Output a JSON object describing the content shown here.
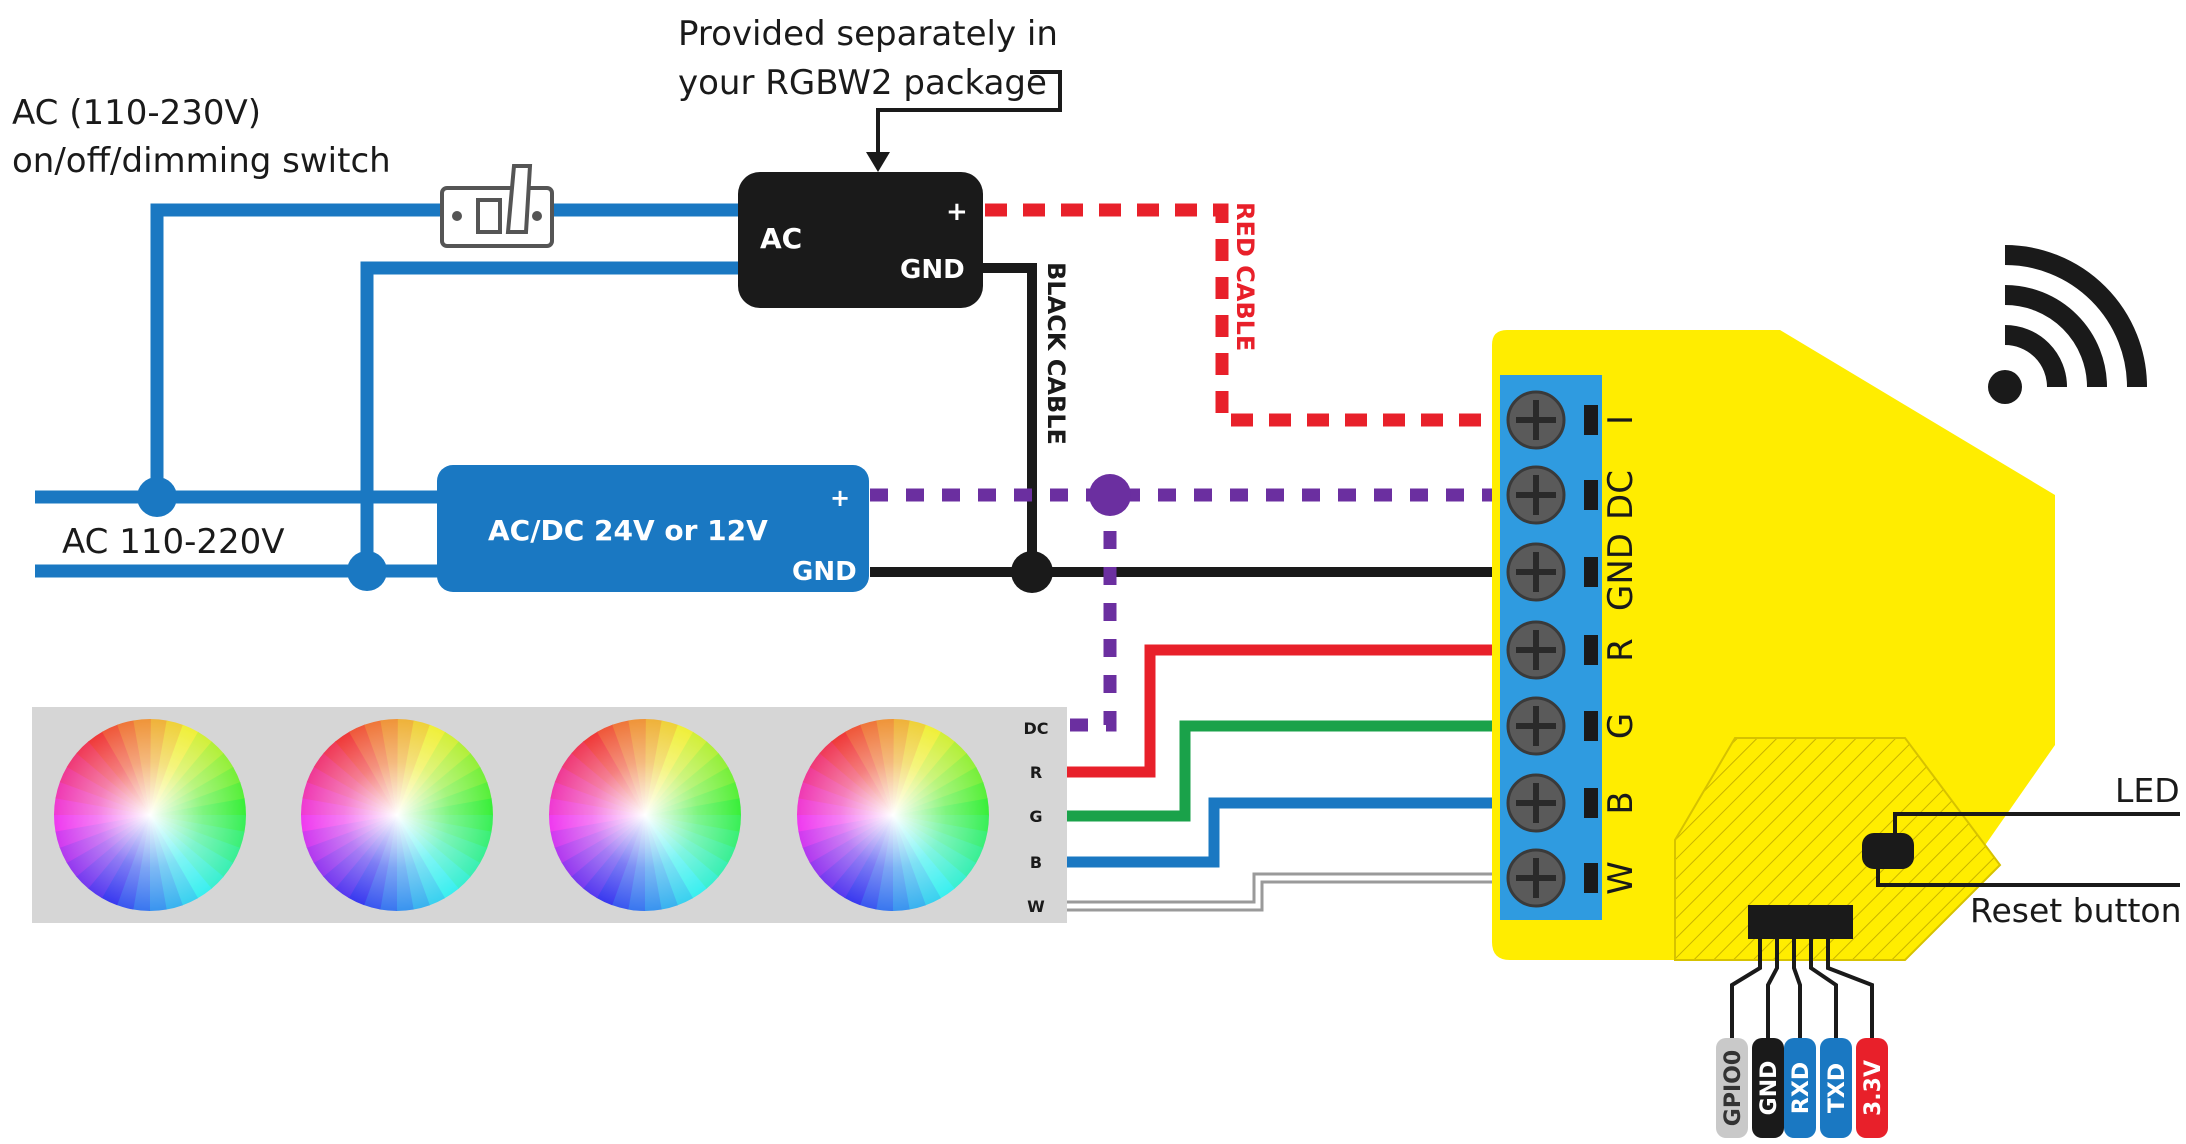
{
  "labels": {
    "provided_line1": "Provided separately in",
    "provided_line2": "your RGBW2 package",
    "switch_line1": "AC (110-230V)",
    "switch_line2": "on/off/dimming switch",
    "mains": "AC 110-220V",
    "red_cable": "RED CABLE",
    "black_cable": "BLACK CABLE",
    "led": "LED",
    "reset_button": "Reset button"
  },
  "adapter_box": {
    "ac": "AC",
    "plus": "+",
    "gnd": "GND"
  },
  "psu_box": {
    "title": "AC/DC 24V or 12V",
    "plus": "+",
    "gnd": "GND"
  },
  "strip_pins": [
    "DC",
    "R",
    "G",
    "B",
    "W"
  ],
  "terminal_labels": [
    "I",
    "DC",
    "GND",
    "R",
    "G",
    "B",
    "W"
  ],
  "header_pins": [
    {
      "label": "GPIO0",
      "color": "#c9c9c9",
      "text_color": "#333333"
    },
    {
      "label": "GND",
      "color": "#1a1a1a",
      "text_color": "#ffffff"
    },
    {
      "label": "RXD",
      "color": "#1a78c2",
      "text_color": "#ffffff"
    },
    {
      "label": "TXD",
      "color": "#1a78c2",
      "text_color": "#ffffff"
    },
    {
      "label": "3.3V",
      "color": "#e8202a",
      "text_color": "#ffffff"
    }
  ],
  "colors": {
    "mains_blue": "#1a78c2",
    "red": "#e8202a",
    "green": "#1aa24a",
    "purple": "#6b2fa0",
    "black": "#1a1a1a",
    "device_yellow": "#ffed00",
    "terminal_blue": "#2f9be0",
    "strip_gray": "#d6d6d6"
  }
}
